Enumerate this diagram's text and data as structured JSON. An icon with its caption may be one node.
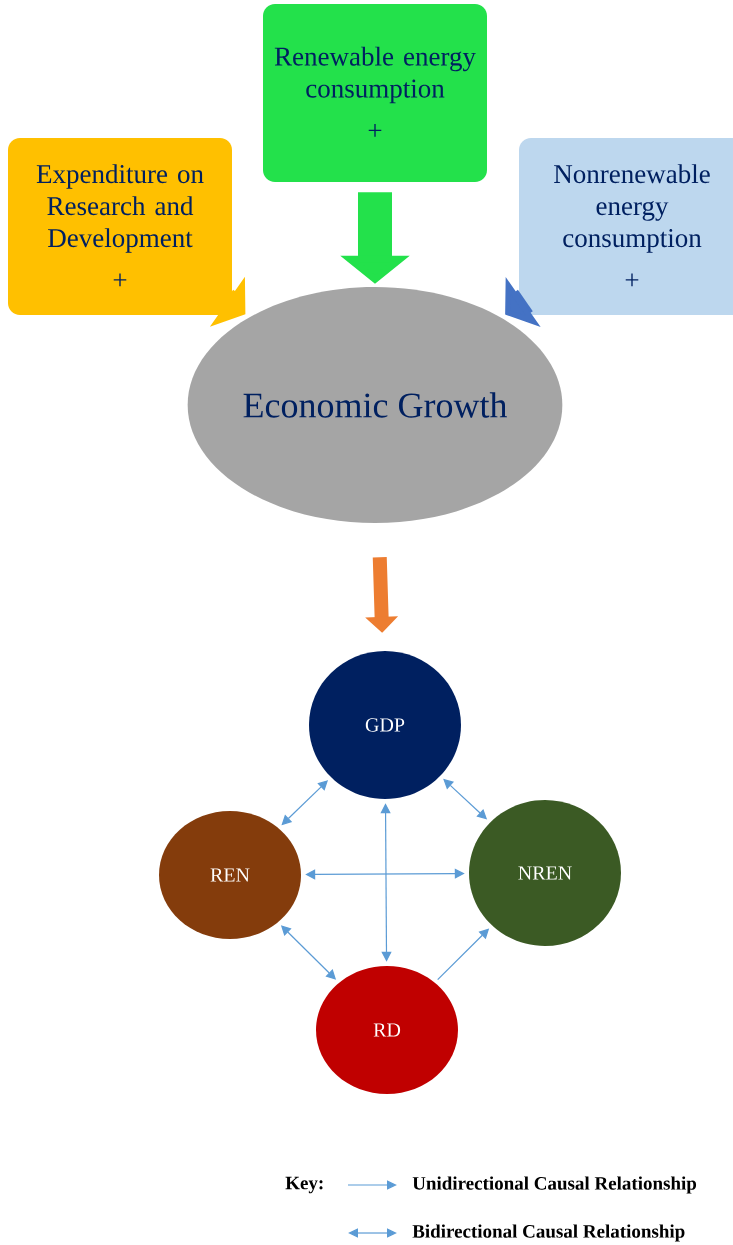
{
  "diagram": {
    "nodes": [
      {
        "text": [
          "Expenditure on Research and Development",
          "+"
        ]
      },
      {
        "text": [
          "Renewable energy consumption",
          "+"
        ]
      },
      {
        "text": [
          "Nonrenewable energy consumption",
          "+"
        ]
      },
      {
        "text": [
          "Economic Growth"
        ]
      },
      {
        "text": [
          "GDP"
        ]
      },
      {
        "text": [
          "REN"
        ]
      },
      {
        "text": [
          "NREN"
        ]
      },
      {
        "text": [
          "RD"
        ]
      }
    ],
    "edges": [
      {
        "from": 0,
        "to": 3,
        "arrow": "to",
        "style": "thick",
        "color": "#ffc000"
      },
      {
        "from": 1,
        "to": 3,
        "arrow": "to",
        "style": "thick",
        "color": "#23e14b"
      },
      {
        "from": 2,
        "to": 3,
        "arrow": "to",
        "style": "thick",
        "color": "#4472c4"
      },
      {
        "from": 3,
        "to": 4,
        "arrow": "to",
        "style": "thick",
        "color": "#ed7d31"
      },
      {
        "from": 4,
        "to": 5,
        "arrow": "both"
      },
      {
        "from": 4,
        "to": 6,
        "arrow": "both"
      },
      {
        "from": 4,
        "to": 7,
        "arrow": "both"
      },
      {
        "from": 5,
        "to": 6,
        "arrow": "both"
      },
      {
        "from": 5,
        "to": 7,
        "arrow": "both"
      },
      {
        "from": 7,
        "to": 6,
        "arrow": "to"
      }
    ],
    "labels": [
      "Key:"
    ],
    "legend": [
      {
        "text": "Unidirectional Causal Relationship"
      },
      {
        "text": "Bidirectional Causal Relationship"
      }
    ]
  }
}
